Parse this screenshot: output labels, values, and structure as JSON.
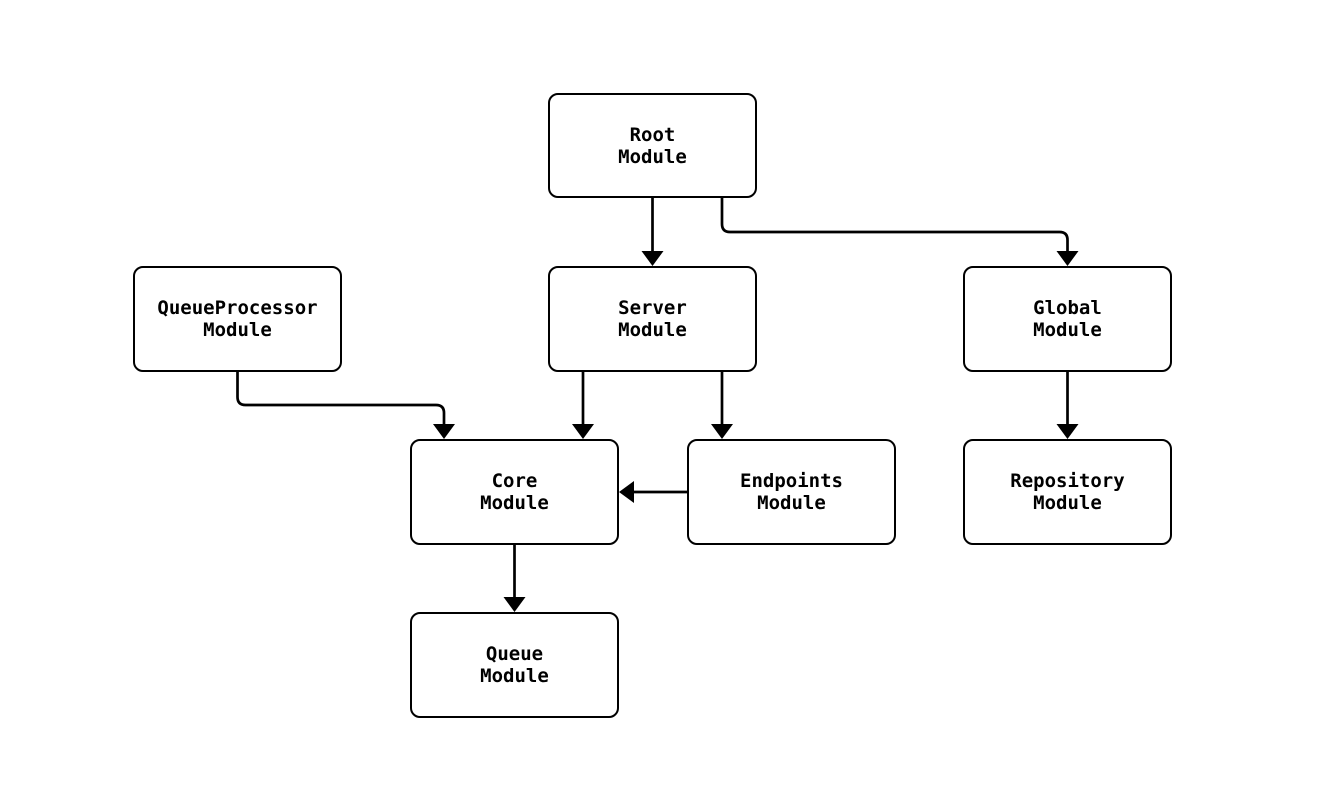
{
  "diagram": {
    "type": "module-dependency-graph",
    "colors": {
      "background": "#ffffff",
      "node_fill": "#ffffff",
      "stroke": "#000000",
      "text": "#000000"
    },
    "nodes": {
      "root": {
        "line1": "Root",
        "line2": "Module"
      },
      "queueprocessor": {
        "line1": "QueueProcessor",
        "line2": "Module"
      },
      "server": {
        "line1": "Server",
        "line2": "Module"
      },
      "global": {
        "line1": "Global",
        "line2": "Module"
      },
      "core": {
        "line1": "Core",
        "line2": "Module"
      },
      "endpoints": {
        "line1": "Endpoints",
        "line2": "Module"
      },
      "repository": {
        "line1": "Repository",
        "line2": "Module"
      },
      "queue": {
        "line1": "Queue",
        "line2": "Module"
      }
    },
    "edges": [
      {
        "from": "Root Module",
        "to": "Server Module"
      },
      {
        "from": "Root Module",
        "to": "Global Module"
      },
      {
        "from": "QueueProcessor Module",
        "to": "Core Module"
      },
      {
        "from": "Server Module",
        "to": "Core Module"
      },
      {
        "from": "Server Module",
        "to": "Endpoints Module"
      },
      {
        "from": "Endpoints Module",
        "to": "Core Module"
      },
      {
        "from": "Global Module",
        "to": "Repository Module"
      },
      {
        "from": "Core Module",
        "to": "Queue Module"
      }
    ]
  }
}
